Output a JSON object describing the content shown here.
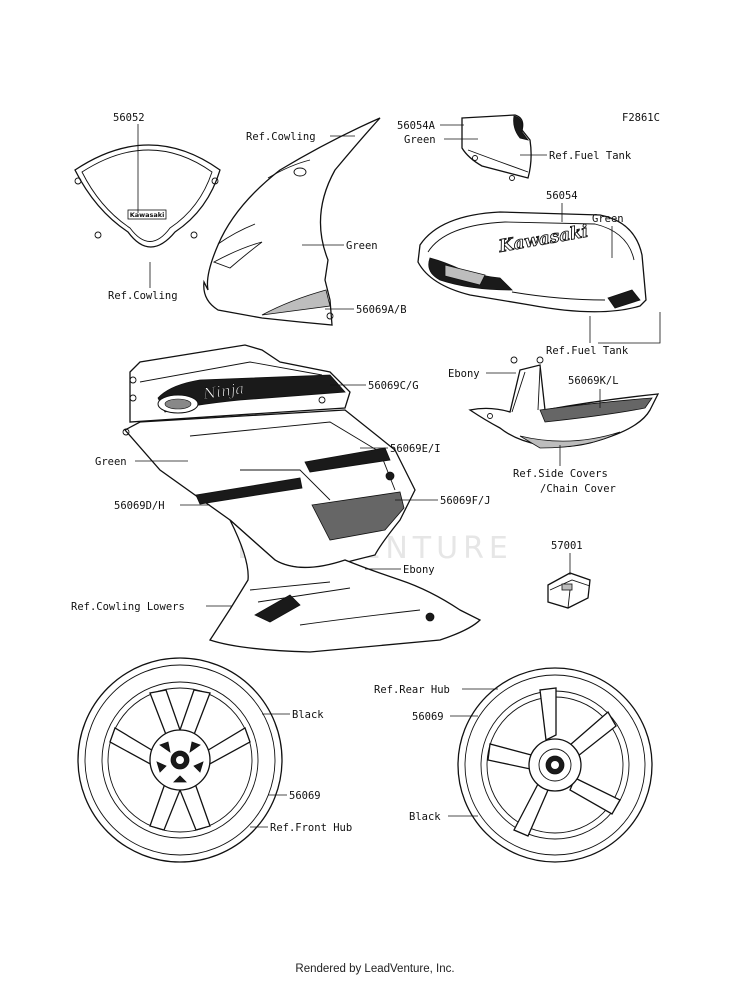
{
  "diagram_id": "F2861C",
  "watermark": "LEADVENTURE",
  "footer": "Rendered by LeadVenture, Inc.",
  "labels": {
    "windshield_part": "56052",
    "windshield_ref": "Ref.Cowling",
    "cowl_ref": "Ref.Cowling",
    "cowl_color": "Green",
    "cowl_part": "56069A/B",
    "tank_small_part": "56054A",
    "tank_small_color": "Green",
    "tank_small_ref": "Ref.Fuel Tank",
    "tank_part": "56054",
    "tank_color": "Green",
    "tank_ref": "Ref.Fuel Tank",
    "fairing_upper_part": "56069C/G",
    "fairing_mid_part": "56069E/I",
    "fairing_color": "Green",
    "fairing_stripe_part": "56069D/H",
    "fairing_panel_part": "56069F/J",
    "fairing_ebony": "Ebony",
    "fairing_lower_ref": "Ref.Cowling Lowers",
    "side_cover_color": "Ebony",
    "side_cover_part": "56069K/L",
    "side_cover_ref_1": "Ref.Side Covers",
    "side_cover_ref_2": "/Chain Cover",
    "clip_part": "57001",
    "front_wheel_color": "Black",
    "front_wheel_part": "56069",
    "front_wheel_ref": "Ref.Front Hub",
    "rear_wheel_ref": "Ref.Rear Hub",
    "rear_wheel_part": "56069",
    "rear_wheel_color": "Black"
  },
  "decal_text": {
    "windshield": "Kawasaki",
    "tank": "Kawasaki",
    "fairing": "Ninja"
  }
}
